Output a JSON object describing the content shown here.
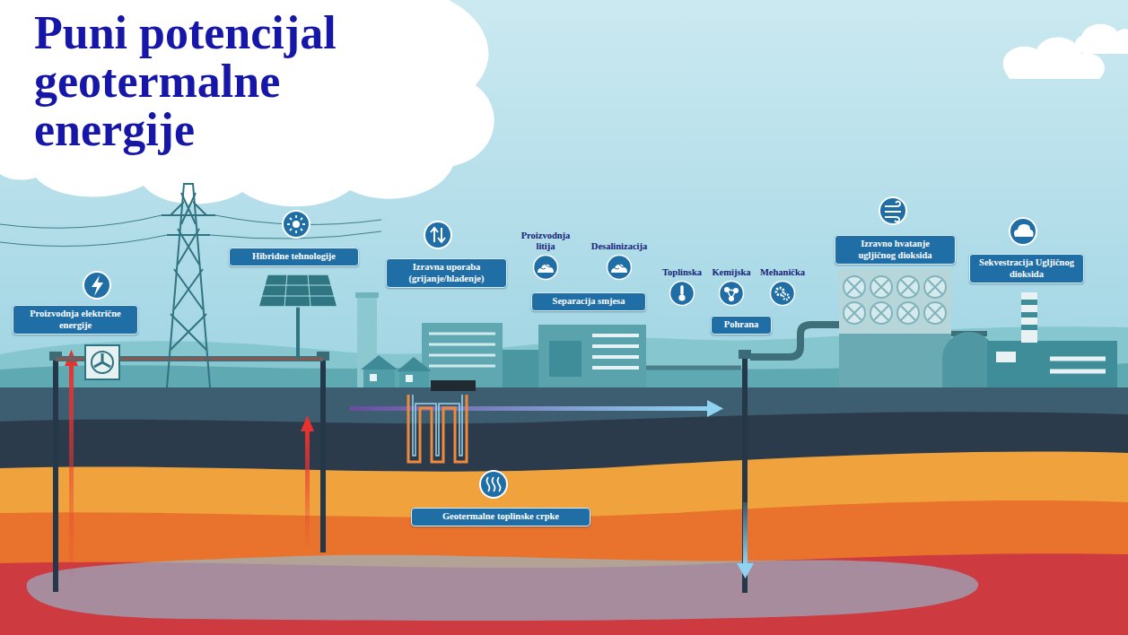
{
  "diagram": {
    "title": "Puni potencijal geotermalne energije",
    "nodes": [
      {
        "text": [
          "Proizvodnja električne energije"
        ]
      },
      {
        "text": [
          "Hibridne tehnologije"
        ]
      },
      {
        "text": [
          "Izravna uporaba (grijanje/hlađenje)"
        ]
      },
      {
        "text": [
          "Proizvodnja litija"
        ]
      },
      {
        "text": [
          "Desalinizacija"
        ]
      },
      {
        "text": [
          "Separacija smjesa"
        ]
      },
      {
        "text": [
          "Toplinska"
        ]
      },
      {
        "text": [
          "Kemijska"
        ]
      },
      {
        "text": [
          "Mehanička"
        ]
      },
      {
        "text": [
          "Pohrana"
        ]
      },
      {
        "text": [
          "Izravno hvatanje ugljičnog dioksida"
        ]
      },
      {
        "text": [
          "Sekvestracija Ugljičnog dioksida"
        ]
      },
      {
        "text": [
          "Geotermalne toplinske crpke"
        ]
      }
    ]
  }
}
